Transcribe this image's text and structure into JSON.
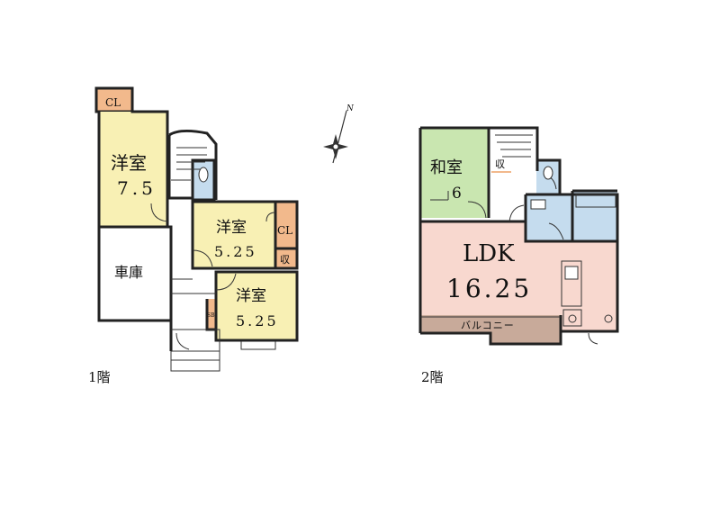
{
  "colors": {
    "western_room": "#f8f0b4",
    "japanese_room": "#c9e6b0",
    "ldk": "#f8d8cf",
    "wet_area": "#c5dcee",
    "storage": "#f2b98c",
    "balcony": "#c8aa9a",
    "wall": "#222222"
  },
  "compass": {
    "north": "N",
    "icon": "compass-rose-icon"
  },
  "floor1": {
    "caption": "1階",
    "room_west_1": {
      "name": "洋室",
      "size": "7.5"
    },
    "room_west_2": {
      "name": "洋室",
      "size": "5.25"
    },
    "room_west_3": {
      "name": "洋室",
      "size": "5.25"
    },
    "garage": {
      "name": "車庫"
    },
    "closet_1": "CL",
    "closet_2": "CL",
    "storage": "収",
    "shoe_box": "SB"
  },
  "floor2": {
    "caption": "2階",
    "room_japanese": {
      "name": "和室",
      "size": "6"
    },
    "ldk": {
      "name": "LDK",
      "size": "16.25"
    },
    "storage": "収",
    "balcony": "バルコニー"
  }
}
